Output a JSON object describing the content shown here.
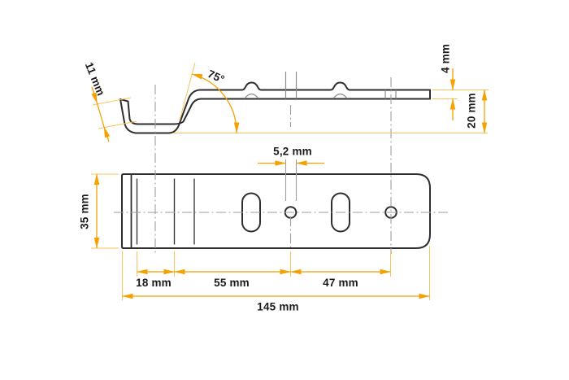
{
  "dimensions": {
    "side": {
      "flange_length": "11 mm",
      "bend_angle": "75°",
      "material_thickness": "4 mm",
      "overall_height": "20 mm"
    },
    "top": {
      "hole_diameter": "5,2 mm",
      "plate_width": "35 mm",
      "segment_first": "18 mm",
      "segment_second": "55 mm",
      "segment_third": "47 mm",
      "overall_length": "145 mm"
    }
  },
  "colors": {
    "accent": "#F5A100",
    "accent_light": "#FBC15C",
    "outline": "#2E2E2E",
    "centerline": "#9E9E9E",
    "label_text": "#1B1B1B",
    "background": "#FFFFFF"
  }
}
